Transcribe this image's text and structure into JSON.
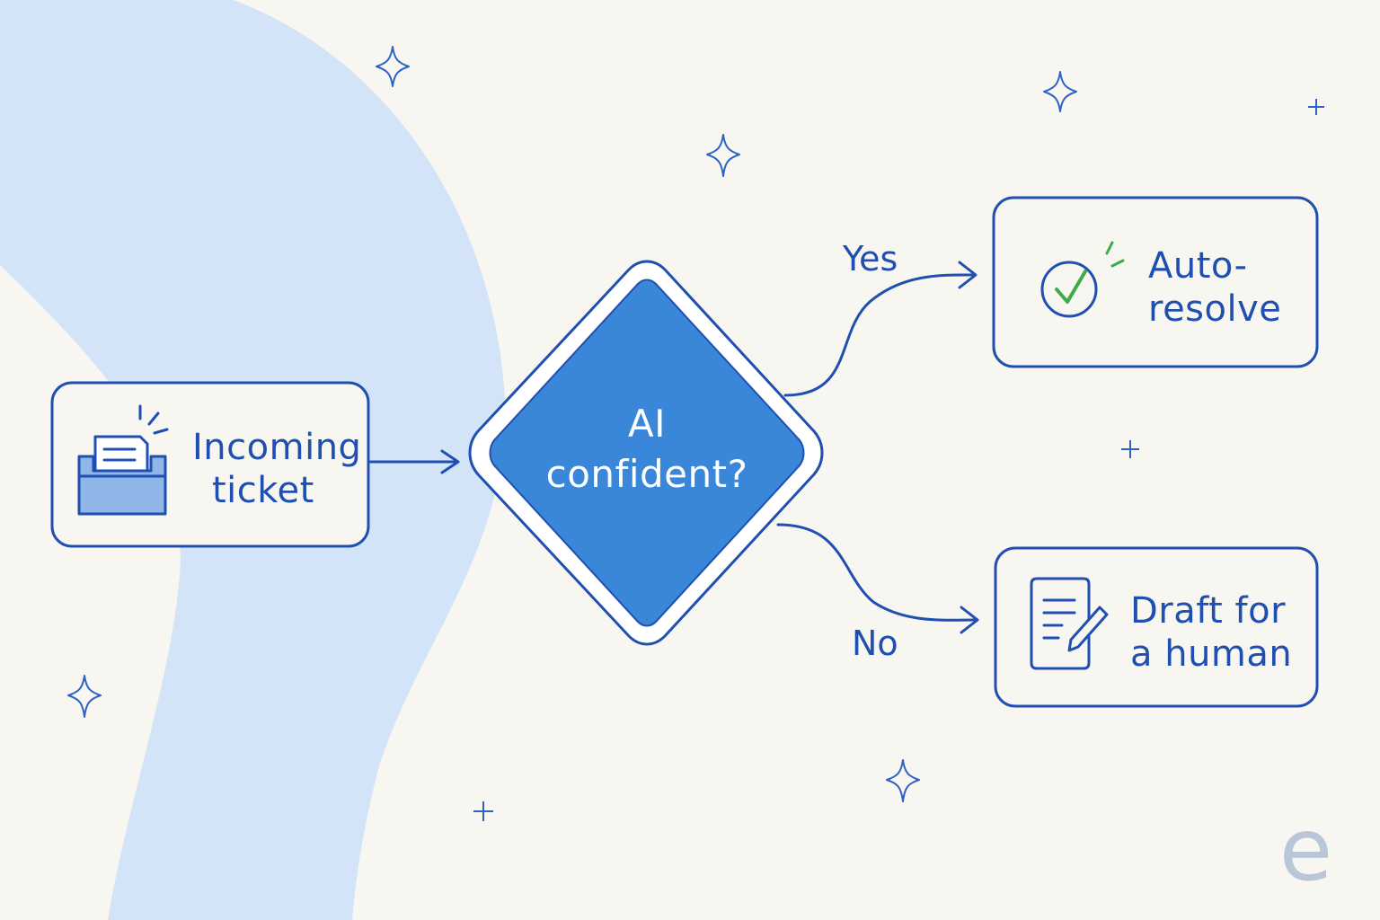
{
  "diagram": {
    "nodes": {
      "incoming": {
        "line1": "Incoming",
        "line2": "ticket",
        "icon": "inbox-tray-icon"
      },
      "decision": {
        "line1": "AI",
        "line2": "confident?"
      },
      "resolve": {
        "line1": "Auto-",
        "line2": "resolve",
        "icon": "check-circle-icon"
      },
      "draft": {
        "line1": "Draft for",
        "line2": "a human",
        "icon": "document-pencil-icon"
      }
    },
    "edges": {
      "yes_label": "Yes",
      "no_label": "No"
    },
    "logo": "e"
  },
  "colors": {
    "background": "#f8f6f1",
    "accent": "#3a86d9",
    "stroke": "#1f4fb0",
    "wave": "#d3e4f8",
    "check": "#3faa4a",
    "logo": "#b8c6d8"
  }
}
